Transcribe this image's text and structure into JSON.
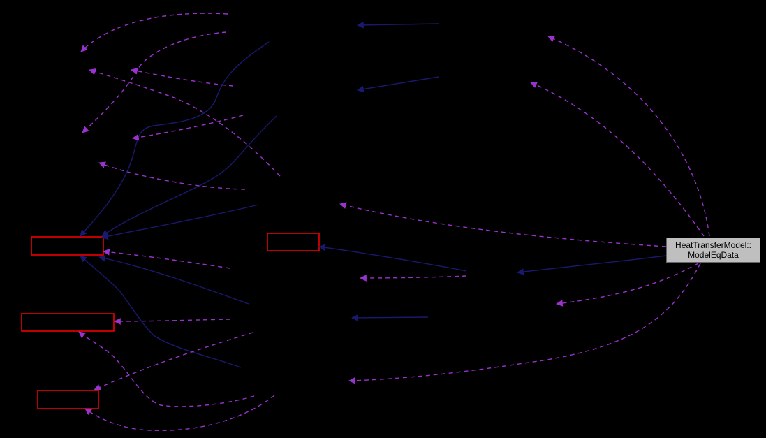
{
  "diagram": {
    "type": "doxygen-collaboration-graph",
    "colors": {
      "background": "#000000",
      "solid_edge": "#191970",
      "dashed_edge": "#9a32cd",
      "main_node_fill": "#bfbfbf",
      "red_node_border": "#ff0000"
    },
    "main_node": {
      "line1": "HeatTransferModel::",
      "line2": "ModelEqData"
    },
    "red_nodes": [
      {
        "id": "n1",
        "label": ""
      },
      {
        "id": "n2",
        "label": ""
      },
      {
        "id": "n3",
        "label": ""
      },
      {
        "id": "n4",
        "label": ""
      }
    ]
  }
}
